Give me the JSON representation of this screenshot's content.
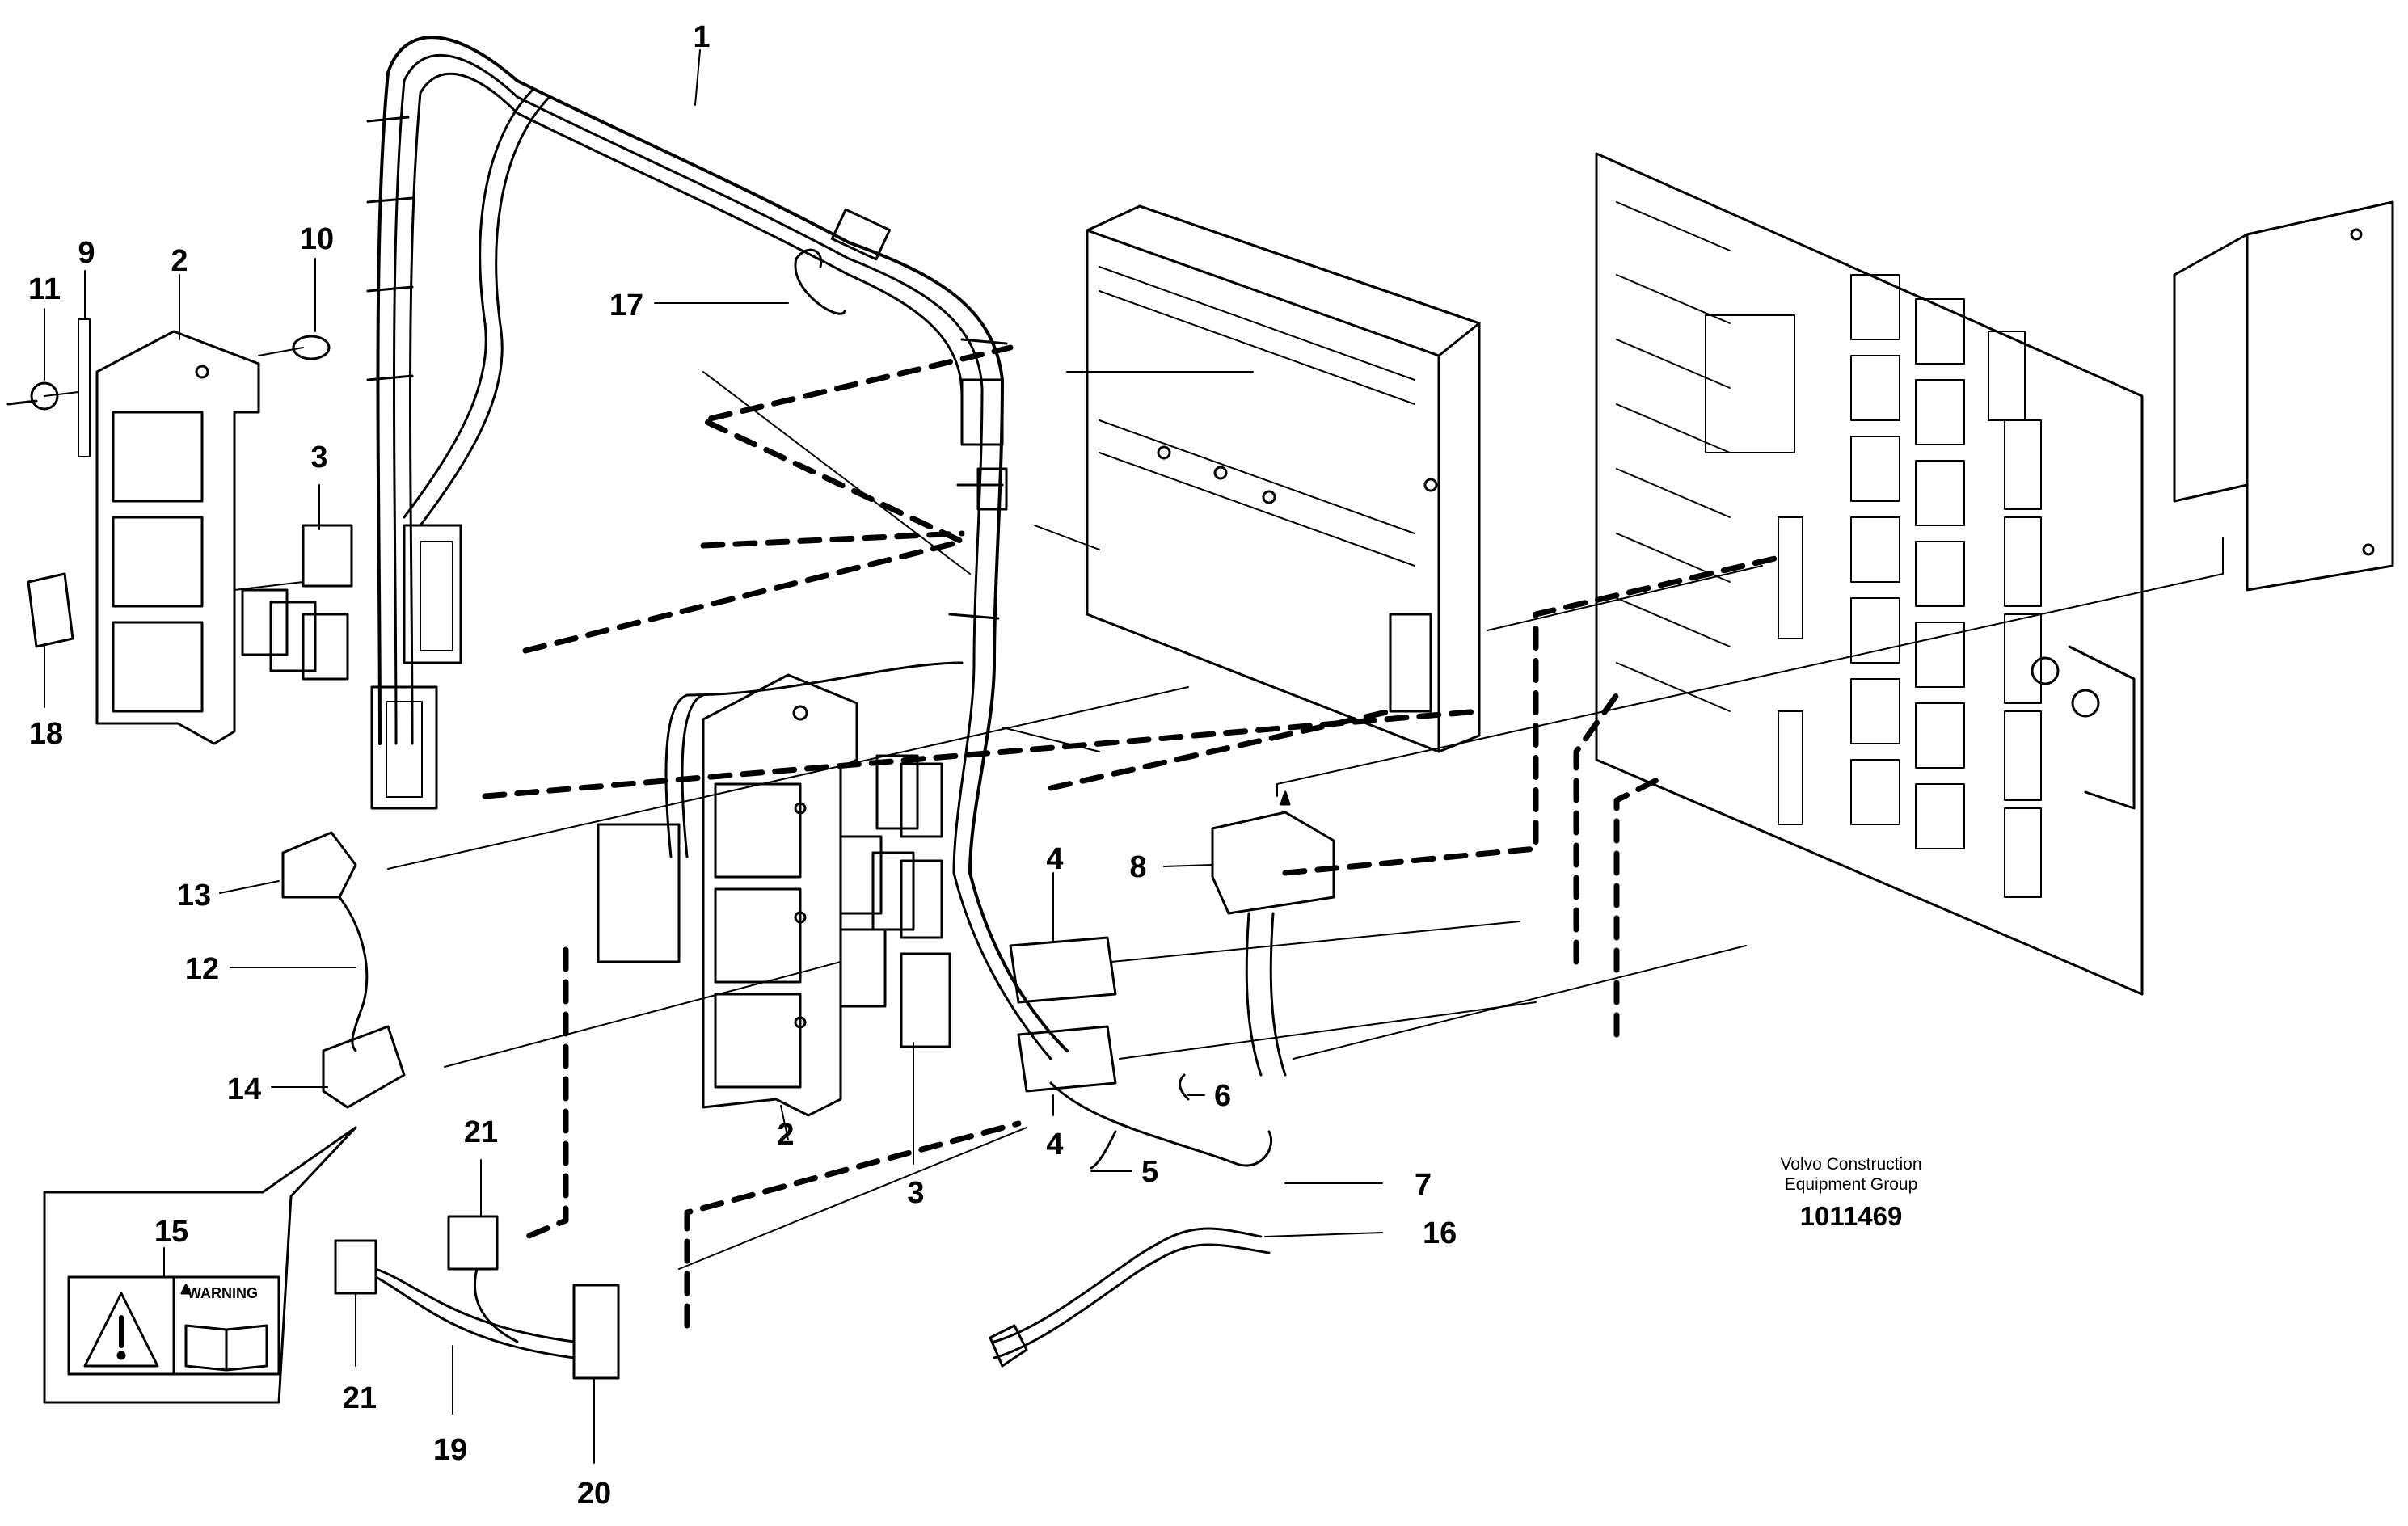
{
  "caption": {
    "company_line1": "Volvo Construction",
    "company_line2": "Equipment Group",
    "drawing_number": "1011469"
  },
  "warning_decal": {
    "text": "WARNING"
  },
  "callouts": [
    {
      "id": "c1",
      "label": "1"
    },
    {
      "id": "c2a",
      "label": "2"
    },
    {
      "id": "c2b",
      "label": "2"
    },
    {
      "id": "c3a",
      "label": "3"
    },
    {
      "id": "c3b",
      "label": "3"
    },
    {
      "id": "c4a",
      "label": "4"
    },
    {
      "id": "c4b",
      "label": "4"
    },
    {
      "id": "c5",
      "label": "5"
    },
    {
      "id": "c6",
      "label": "6"
    },
    {
      "id": "c7",
      "label": "7"
    },
    {
      "id": "c8",
      "label": "8"
    },
    {
      "id": "c9",
      "label": "9"
    },
    {
      "id": "c10",
      "label": "10"
    },
    {
      "id": "c11",
      "label": "11"
    },
    {
      "id": "c12",
      "label": "12"
    },
    {
      "id": "c13",
      "label": "13"
    },
    {
      "id": "c14",
      "label": "14"
    },
    {
      "id": "c15",
      "label": "15"
    },
    {
      "id": "c16",
      "label": "16"
    },
    {
      "id": "c17",
      "label": "17"
    },
    {
      "id": "c18",
      "label": "18"
    },
    {
      "id": "c19",
      "label": "19"
    },
    {
      "id": "c20",
      "label": "20"
    },
    {
      "id": "c21a",
      "label": "21"
    },
    {
      "id": "c21b",
      "label": "21"
    }
  ]
}
